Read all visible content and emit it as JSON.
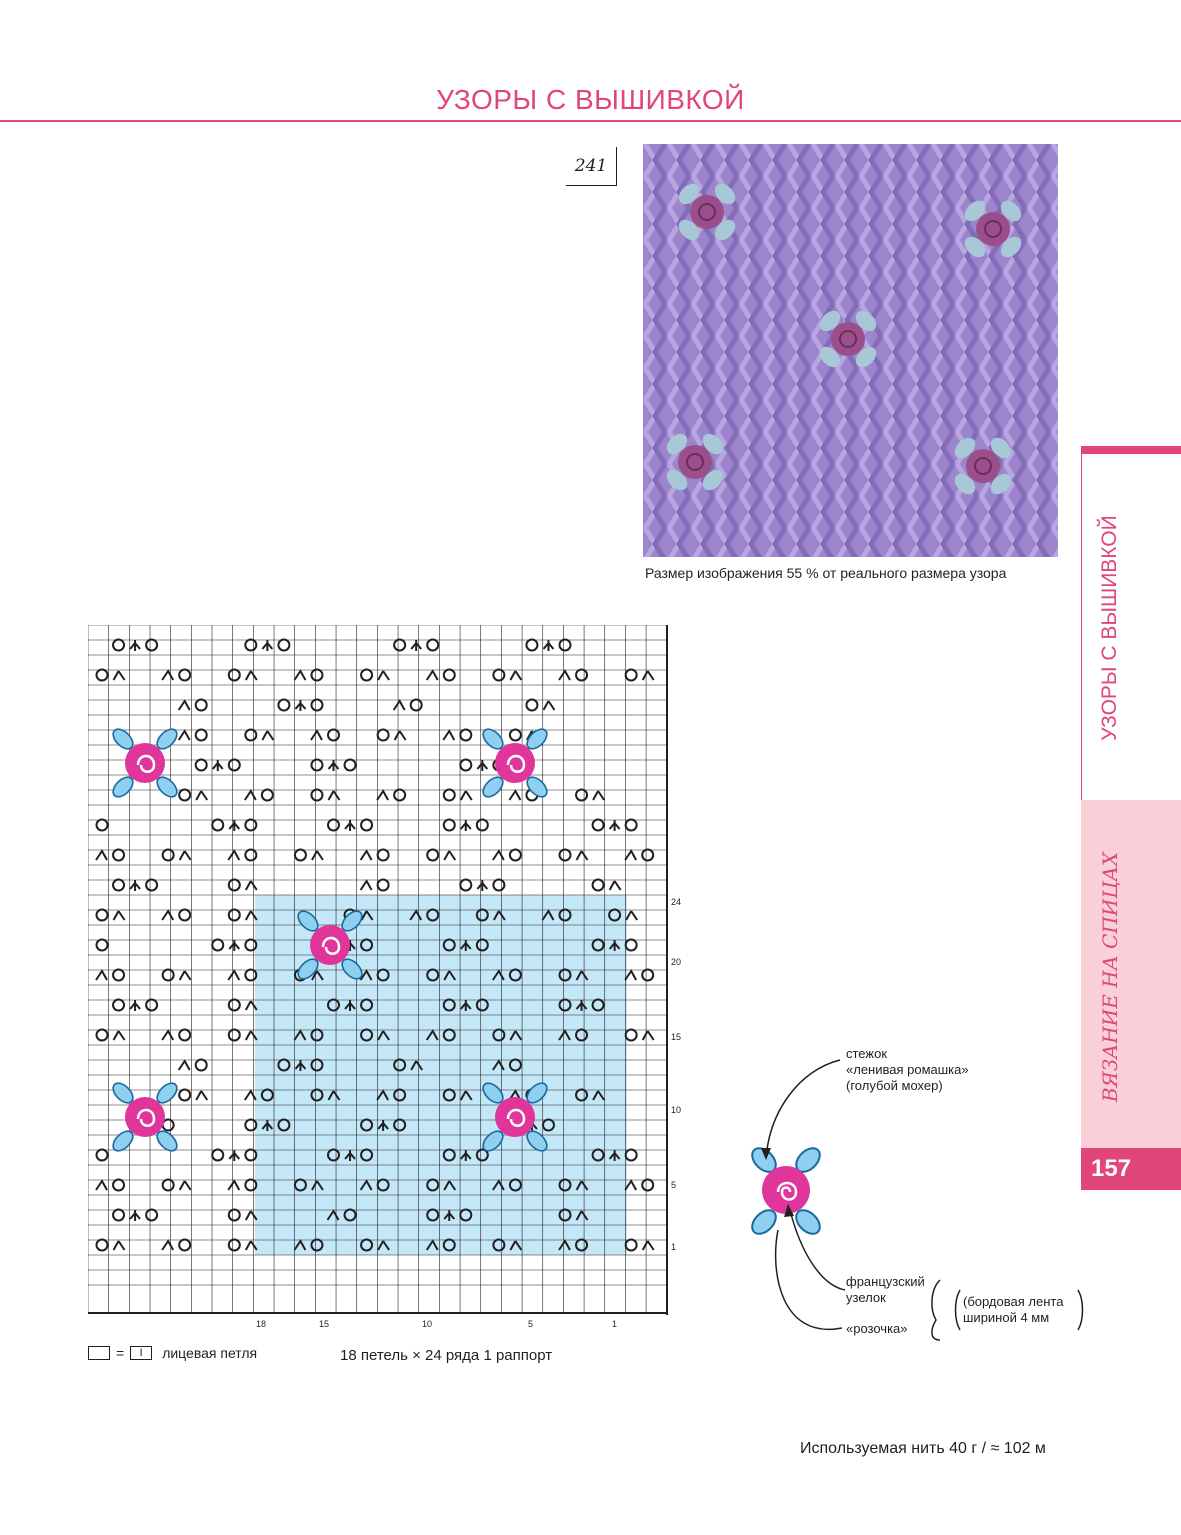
{
  "header": {
    "title": "УЗОРЫ С ВЫШИВКОЙ"
  },
  "pattern": {
    "number": "241"
  },
  "photo": {
    "caption": "Размер изображения 55 % от реального размера узора",
    "colors": {
      "knit": "#a088d0",
      "rose": "#9b4f8a",
      "leaf": "#a8c8d8"
    }
  },
  "side_tab": {
    "label": "УЗОРЫ С ВЫШИВКОЙ",
    "section": "ВЯЗАНИЕ НА СПИЦАХ",
    "page_number": "157"
  },
  "chart": {
    "row_labels": [
      "24",
      "20",
      "15",
      "10",
      "5",
      "1"
    ],
    "col_labels": [
      "18",
      "15",
      "10",
      "5",
      "1"
    ],
    "colors": {
      "repeat_fill": "#c5e8f8",
      "rose": "#e0359a",
      "leaf": "#8fd0f0",
      "grid": "#231f20"
    }
  },
  "legend": {
    "equals": "=",
    "symbol": "I",
    "text": "лицевая петля"
  },
  "repeat_info": "18 петель × 24 ряда 1 раппорт",
  "embroidery_notes": {
    "lazy_daisy": [
      "стежок",
      "«ленивая ромашка»",
      "(голубой мохер)"
    ],
    "french_knot": [
      "французский",
      "узелок"
    ],
    "rosette": "«розочка»",
    "ribbon": [
      "(бордовая лента",
      "шириной 4 мм"
    ]
  },
  "yarn_info": "Используемая нить 40 г / ≈ 102 м"
}
